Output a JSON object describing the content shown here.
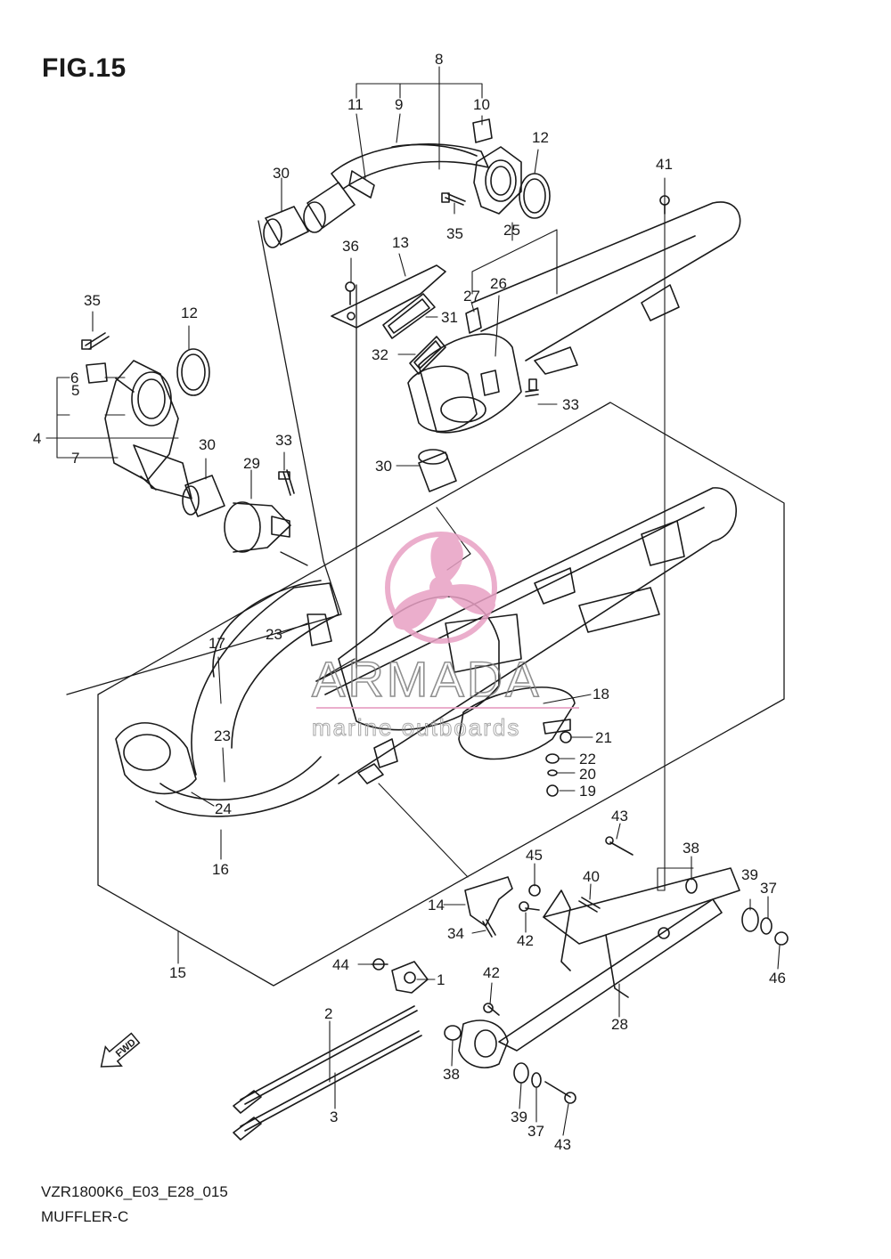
{
  "figure": {
    "title": "FIG.15",
    "model_code": "VZR1800K6_E03_E28_015",
    "section_name": "MUFFLER-C"
  },
  "watermark": {
    "brand": "ARMADA",
    "tagline": "marine outboards",
    "logo_color": "#e8a0c4",
    "text_color": "#7d7d7d"
  },
  "fwd_label": "FWD",
  "callouts": [
    {
      "id": "c1",
      "text": "1"
    },
    {
      "id": "c2",
      "text": "2"
    },
    {
      "id": "c3",
      "text": "3"
    },
    {
      "id": "c4",
      "text": "4"
    },
    {
      "id": "c5",
      "text": "5"
    },
    {
      "id": "c6",
      "text": "6"
    },
    {
      "id": "c7",
      "text": "7"
    },
    {
      "id": "c8",
      "text": "8"
    },
    {
      "id": "c9",
      "text": "9"
    },
    {
      "id": "c10",
      "text": "10"
    },
    {
      "id": "c11",
      "text": "11"
    },
    {
      "id": "c12a",
      "text": "12"
    },
    {
      "id": "c12b",
      "text": "12"
    },
    {
      "id": "c13",
      "text": "13"
    },
    {
      "id": "c14",
      "text": "14"
    },
    {
      "id": "c15",
      "text": "15"
    },
    {
      "id": "c16",
      "text": "16"
    },
    {
      "id": "c17",
      "text": "17"
    },
    {
      "id": "c18",
      "text": "18"
    },
    {
      "id": "c19",
      "text": "19"
    },
    {
      "id": "c20",
      "text": "20"
    },
    {
      "id": "c21",
      "text": "21"
    },
    {
      "id": "c22",
      "text": "22"
    },
    {
      "id": "c23a",
      "text": "23"
    },
    {
      "id": "c23b",
      "text": "23"
    },
    {
      "id": "c24",
      "text": "24"
    },
    {
      "id": "c25",
      "text": "25"
    },
    {
      "id": "c26",
      "text": "26"
    },
    {
      "id": "c27",
      "text": "27"
    },
    {
      "id": "c28",
      "text": "28"
    },
    {
      "id": "c29",
      "text": "29"
    },
    {
      "id": "c30a",
      "text": "30"
    },
    {
      "id": "c30b",
      "text": "30"
    },
    {
      "id": "c30c",
      "text": "30"
    },
    {
      "id": "c31",
      "text": "31"
    },
    {
      "id": "c32",
      "text": "32"
    },
    {
      "id": "c33a",
      "text": "33"
    },
    {
      "id": "c33b",
      "text": "33"
    },
    {
      "id": "c34",
      "text": "34"
    },
    {
      "id": "c35a",
      "text": "35"
    },
    {
      "id": "c35b",
      "text": "35"
    },
    {
      "id": "c36",
      "text": "36"
    },
    {
      "id": "c37a",
      "text": "37"
    },
    {
      "id": "c37b",
      "text": "37"
    },
    {
      "id": "c38a",
      "text": "38"
    },
    {
      "id": "c38b",
      "text": "38"
    },
    {
      "id": "c39a",
      "text": "39"
    },
    {
      "id": "c39b",
      "text": "39"
    },
    {
      "id": "c40",
      "text": "40"
    },
    {
      "id": "c41",
      "text": "41"
    },
    {
      "id": "c42a",
      "text": "42"
    },
    {
      "id": "c42b",
      "text": "42"
    },
    {
      "id": "c43a",
      "text": "43"
    },
    {
      "id": "c43b",
      "text": "43"
    },
    {
      "id": "c44",
      "text": "44"
    },
    {
      "id": "c45",
      "text": "45"
    },
    {
      "id": "c46",
      "text": "46"
    }
  ]
}
